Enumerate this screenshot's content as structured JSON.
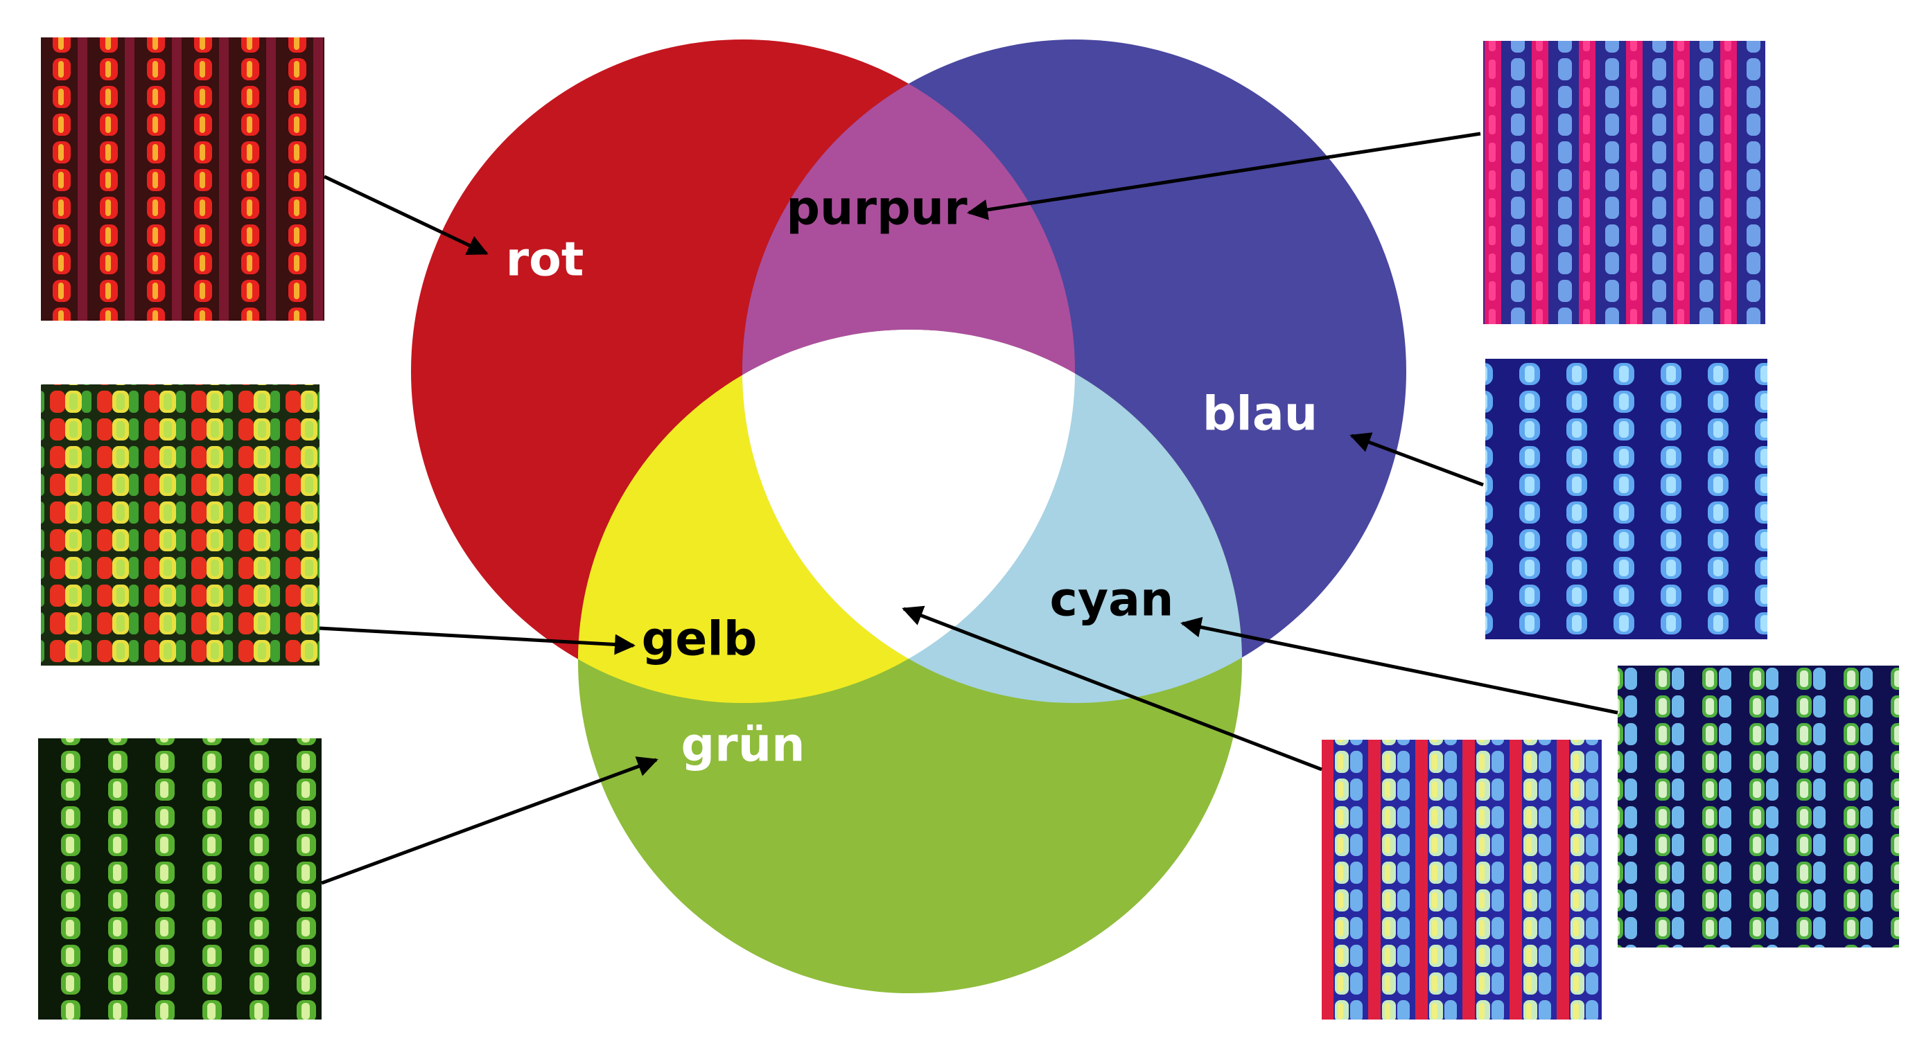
{
  "labels": {
    "red": "rot",
    "magenta": "purpur",
    "blue": "blau",
    "yellow": "gelb",
    "green": "grün",
    "cyan": "cyan"
  },
  "colors": {
    "red": "#c4161f",
    "blue": "#4a47a0",
    "green": "#8fbc3b",
    "magenta": "#ab4f9c",
    "yellow": "#f1eb23",
    "cyan": "#a7d3e4",
    "white": "#ffffff"
  }
}
